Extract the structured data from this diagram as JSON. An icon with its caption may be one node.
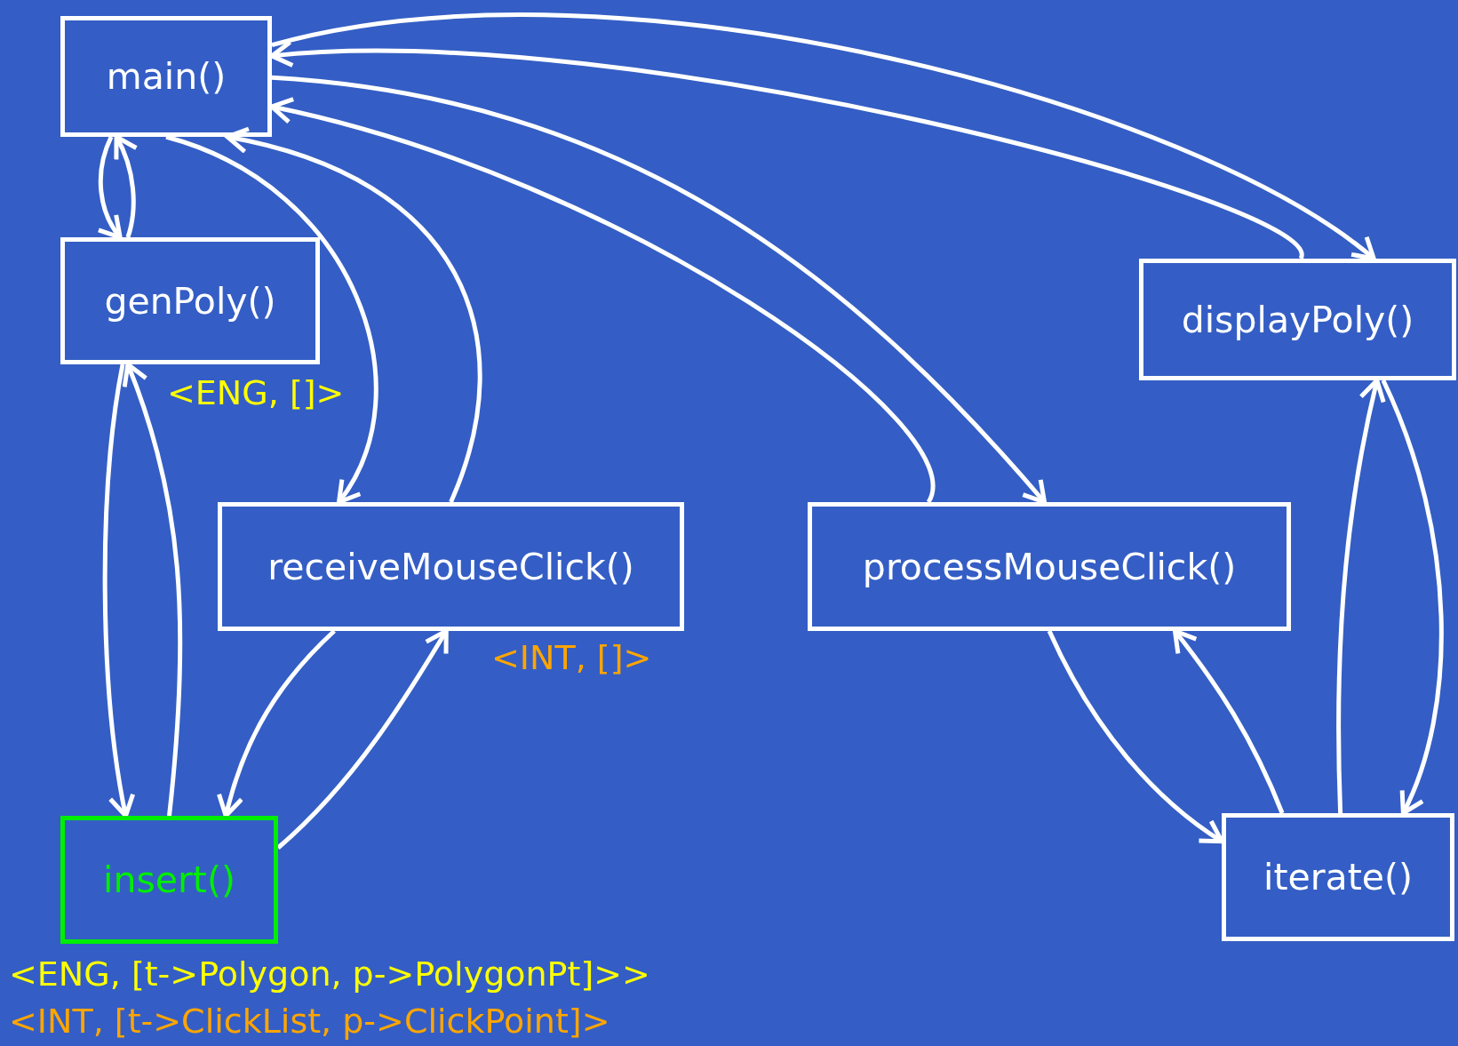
{
  "diagram": {
    "nodes": [
      {
        "text": [
          "main()"
        ]
      },
      {
        "text": [
          "genPoly()"
        ]
      },
      {
        "text": [
          "receiveMouseClick()"
        ]
      },
      {
        "text": [
          "processMouseClick()"
        ]
      },
      {
        "text": [
          "displayPoly()"
        ]
      },
      {
        "text": [
          "insert()"
        ]
      },
      {
        "text": [
          "iterate()"
        ]
      }
    ],
    "edges": [
      {
        "from": 0,
        "to": 1,
        "arrow": "to"
      },
      {
        "from": 1,
        "to": 0,
        "arrow": "to"
      },
      {
        "from": 0,
        "to": 2,
        "arrow": "to"
      },
      {
        "from": 2,
        "to": 0,
        "arrow": "to"
      },
      {
        "from": 3,
        "to": 0,
        "arrow": "to"
      },
      {
        "from": 0,
        "to": 3,
        "arrow": "to"
      },
      {
        "from": 0,
        "to": 4,
        "arrow": "to"
      },
      {
        "from": 4,
        "to": 0,
        "arrow": "to"
      },
      {
        "from": 1,
        "to": 5,
        "arrow": "to"
      },
      {
        "from": 5,
        "to": 1,
        "arrow": "to"
      },
      {
        "from": 2,
        "to": 5,
        "arrow": "to"
      },
      {
        "from": 5,
        "to": 2,
        "arrow": "to"
      },
      {
        "from": 3,
        "to": 6,
        "arrow": "to"
      },
      {
        "from": 6,
        "to": 3,
        "arrow": "to"
      },
      {
        "from": 6,
        "to": 4,
        "arrow": "to"
      },
      {
        "from": 4,
        "to": 6,
        "arrow": "to"
      }
    ],
    "labels": [
      "<ENG, []>",
      "<INT, []>",
      "<ENG, [t->Polygon, p->PolygonPt]>>",
      "<INT, [t->ClickList, p->ClickPoint]>"
    ]
  }
}
